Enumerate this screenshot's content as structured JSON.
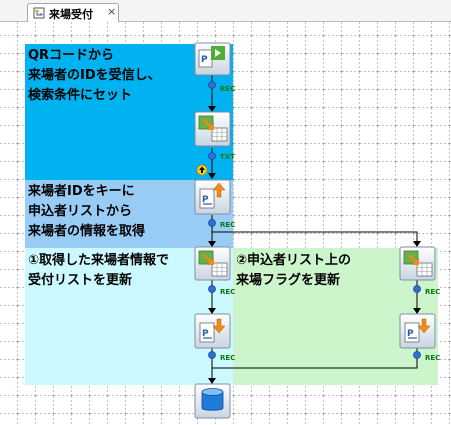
{
  "tab": {
    "title": "来場受付",
    "close": "×",
    "icon": "flow-document-icon"
  },
  "sections": [
    {
      "text": "QRコードから\n来場者のIDを受信し、\n検索条件にセット",
      "color": "#00b3f0"
    },
    {
      "text": "来場者IDをキーに\n申込者リストから\n来場者の情報を取得",
      "color": "#99ccf5"
    },
    {
      "text": "①取得した来場者情報で\n受付リストを更新",
      "color": "#ccf9ff"
    },
    {
      "text": "②申込者リスト上の\n来場フラグを更新",
      "color": "#ccf5cc"
    }
  ],
  "connectors": {
    "rec": "REC",
    "txt": "TXT"
  },
  "nodes": [
    {
      "name": "qr-receive-node",
      "icon": "play-component-icon"
    },
    {
      "name": "set-search-condition-node",
      "icon": "mapper-icon"
    },
    {
      "name": "lookup-applicant-node",
      "icon": "file-get-icon"
    },
    {
      "name": "map-reception-node",
      "icon": "mapper-icon"
    },
    {
      "name": "write-reception-node",
      "icon": "file-put-icon"
    },
    {
      "name": "map-attendance-flag-node",
      "icon": "mapper-icon"
    },
    {
      "name": "write-attendance-flag-node",
      "icon": "file-put-icon"
    },
    {
      "name": "end-node",
      "icon": "database-end-icon"
    }
  ]
}
